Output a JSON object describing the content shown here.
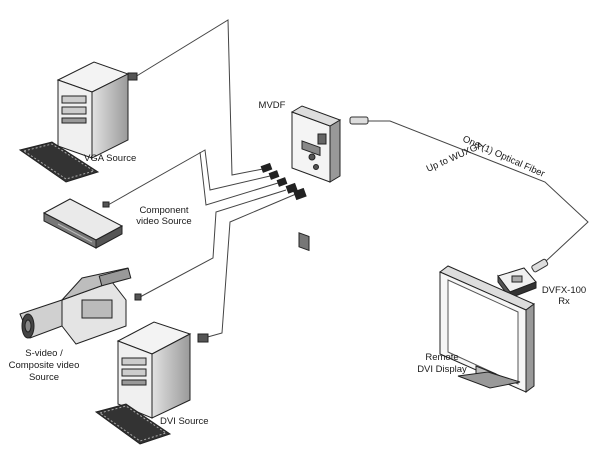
{
  "labels": {
    "vga_source": "VGA Source",
    "component_line1": "Component",
    "component_line2": "video Source",
    "svideo_line1": "S-video /",
    "svideo_line2": "Composite video",
    "svideo_line3": "Source",
    "dvi_source": "DVI Source",
    "mvdf": "MVDF",
    "fiber": "One (1) Optical Fiber",
    "wuxga": "Up to WUXGA",
    "rx_line1": "DVFX-100",
    "rx_line2": "Rx",
    "remote_line1": "Remote",
    "remote_line2": "DVI Display"
  }
}
